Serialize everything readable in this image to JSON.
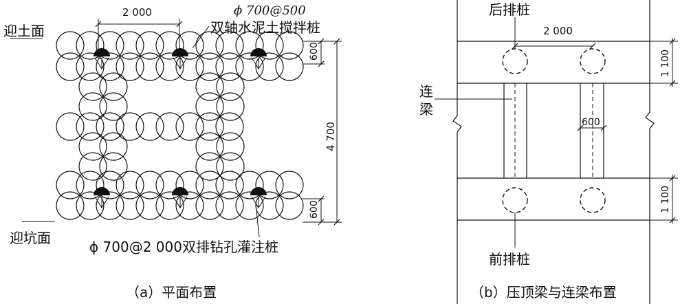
{
  "panel_a": {
    "label_soil_face": "迎土面",
    "label_pit_face": "迎坑面",
    "dim_pile_spacing": "2 000",
    "dim_top_row": "600",
    "dim_total": "4 700",
    "dim_bottom_row": "600",
    "label_mixing_pile_spec": "ϕ 700@500",
    "label_mixing_pile_name": "双轴水泥土搅拌桩",
    "label_bored_pile": "ϕ 700@2 000双排钻孔灌注桩",
    "caption": "（a）平面布置"
  },
  "panel_b": {
    "label_back_piles": "后排桩",
    "dim_pile_spacing": "2 000",
    "dim_top_width": "1 100",
    "label_link_beam_1": "连",
    "label_link_beam_2": "梁",
    "dim_beam_width": "600",
    "dim_bottom_width": "1 100",
    "label_front_piles": "前排桩",
    "caption": "（b）压顶梁与连梁布置"
  }
}
